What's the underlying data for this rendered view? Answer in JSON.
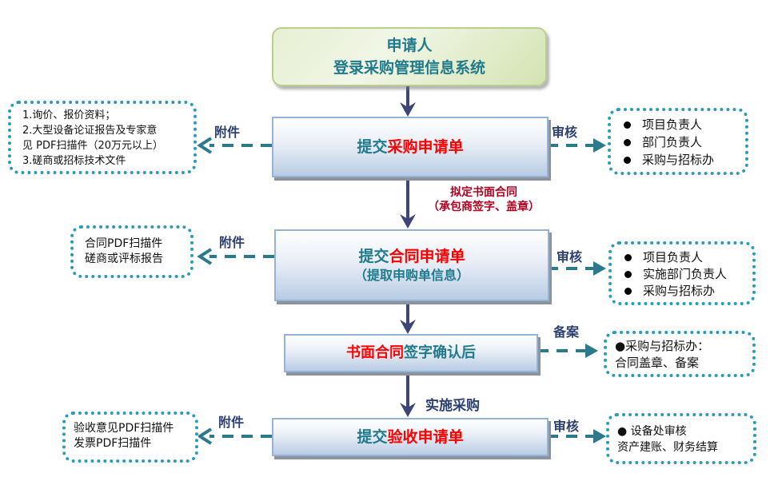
{
  "colors": {
    "teal_text": "#1f7a8c",
    "red_text": "#ff0000",
    "navy_arrow": "#3d4677",
    "dash_arrow": "#2b7a8c",
    "dotted_border": "#2a9bb6",
    "start_green": "#d4e3b2",
    "step_blue": "#b8cce4"
  },
  "start": {
    "line1": "申请人",
    "line2": "登录采购管理信息系统"
  },
  "steps": [
    {
      "prefix": "提交",
      "highlight": "采购申请单",
      "suffix": "",
      "sub": "",
      "left": {
        "label": "附件",
        "lines": [
          "1.询价、报价资料；",
          "2.大型设备论证报告及专家意",
          "见 PDF扫描件（20万元以上）",
          "3.磋商或招标技术文件"
        ]
      },
      "right": {
        "label": "审核",
        "bullets": [
          "项目负责人",
          "部门负责人",
          "采购与招标办"
        ]
      }
    },
    {
      "prefix": "提交",
      "highlight": "合同申请单",
      "suffix": "",
      "sub": "（提取申购单信息）",
      "left": {
        "label": "附件",
        "lines": [
          "合同PDF扫描件",
          "磋商或评标报告"
        ]
      },
      "right": {
        "label": "审核",
        "bullets": [
          "项目负责人",
          "实施部门负责人",
          "采购与招标办"
        ]
      }
    },
    {
      "prefix": "",
      "highlight": "书面合同",
      "suffix": "签字确认后",
      "sub": "",
      "right": {
        "label": "备案",
        "lines": [
          "●采购与招标办：",
          "合同盖章、备案"
        ]
      }
    },
    {
      "prefix": "提交",
      "highlight": "验收申请单",
      "suffix": "",
      "sub": "",
      "left": {
        "label": "附件",
        "lines": [
          "验收意见PDF扫描件",
          "发票PDF扫描件"
        ]
      },
      "right": {
        "label": "审核",
        "lines": [
          "● 设备处审核",
          "资产建账、财务结算"
        ]
      }
    }
  ],
  "transitions": {
    "step1_to_step2": [
      "拟定书面合同",
      "（承包商签字、盖章）"
    ],
    "step3_to_step4": "实施采购"
  }
}
